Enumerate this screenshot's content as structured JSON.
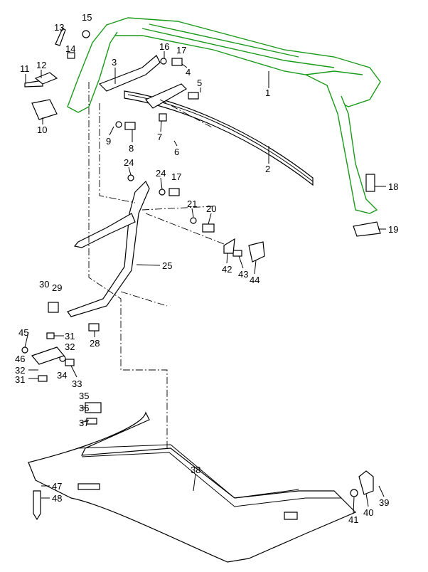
{
  "colors": {
    "highlight": "#1a9a1a",
    "line": "#000000",
    "background": "#ffffff"
  },
  "labels": [
    {
      "id": "1",
      "text": "1"
    },
    {
      "id": "2",
      "text": "2"
    },
    {
      "id": "3",
      "text": "3"
    },
    {
      "id": "4",
      "text": "4"
    },
    {
      "id": "5",
      "text": "5"
    },
    {
      "id": "6",
      "text": "6"
    },
    {
      "id": "7",
      "text": "7"
    },
    {
      "id": "8",
      "text": "8"
    },
    {
      "id": "9",
      "text": "9"
    },
    {
      "id": "10",
      "text": "10"
    },
    {
      "id": "11",
      "text": "11"
    },
    {
      "id": "12",
      "text": "12"
    },
    {
      "id": "13",
      "text": "13"
    },
    {
      "id": "14",
      "text": "14"
    },
    {
      "id": "15",
      "text": "15"
    },
    {
      "id": "16",
      "text": "16"
    },
    {
      "id": "17a",
      "text": "17"
    },
    {
      "id": "17b",
      "text": "17"
    },
    {
      "id": "18",
      "text": "18"
    },
    {
      "id": "19",
      "text": "19"
    },
    {
      "id": "20",
      "text": "20"
    },
    {
      "id": "21",
      "text": "21"
    },
    {
      "id": "24a",
      "text": "24"
    },
    {
      "id": "24b",
      "text": "24"
    },
    {
      "id": "25",
      "text": "25"
    },
    {
      "id": "28",
      "text": "28"
    },
    {
      "id": "29",
      "text": "29"
    },
    {
      "id": "30",
      "text": "30"
    },
    {
      "id": "31a",
      "text": "31"
    },
    {
      "id": "31b",
      "text": "31"
    },
    {
      "id": "32a",
      "text": "32"
    },
    {
      "id": "32b",
      "text": "32"
    },
    {
      "id": "33",
      "text": "33"
    },
    {
      "id": "34",
      "text": "34"
    },
    {
      "id": "35",
      "text": "35"
    },
    {
      "id": "36",
      "text": "36"
    },
    {
      "id": "37",
      "text": "37"
    },
    {
      "id": "38",
      "text": "38"
    },
    {
      "id": "39",
      "text": "39"
    },
    {
      "id": "40",
      "text": "40"
    },
    {
      "id": "41",
      "text": "41"
    },
    {
      "id": "42",
      "text": "42"
    },
    {
      "id": "43",
      "text": "43"
    },
    {
      "id": "44",
      "text": "44"
    },
    {
      "id": "45",
      "text": "45"
    },
    {
      "id": "46",
      "text": "46"
    },
    {
      "id": "47",
      "text": "47"
    },
    {
      "id": "48",
      "text": "48"
    }
  ]
}
